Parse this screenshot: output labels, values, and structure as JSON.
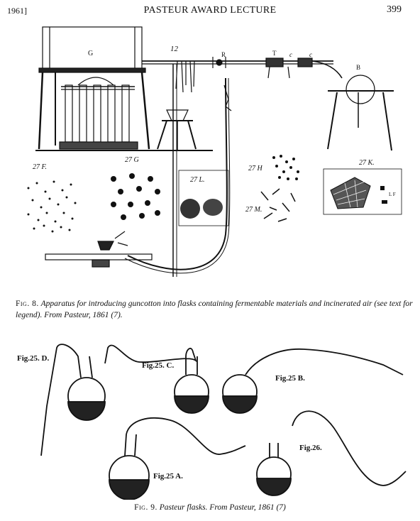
{
  "header": {
    "left": "1961]",
    "title": "PASTEUR AWARD LECTURE",
    "page_number": "399"
  },
  "figure8": {
    "labels": {
      "g": "G",
      "twelve": "12",
      "r": "R",
      "t": "T",
      "c1": "c",
      "c2": "c",
      "b": "B",
      "p27f": "27 F.",
      "p27g": "27 G",
      "p27l": "27 L.",
      "p27h": "27 H",
      "p27m": "27 M.",
      "p27k": "27 K.",
      "lf": "L F"
    },
    "caption": {
      "prefix": "Fig. 8.",
      "text": "Apparatus for introducing guncotton into flasks containing fermentable materials and incinerated air (see text for legend). From Pasteur, 1861 (7)."
    }
  },
  "figure9": {
    "labels": {
      "d": "Fig.25. D.",
      "c": "Fig.25. C.",
      "b": "Fig.25 B.",
      "a": "Fig.25 A.",
      "f26": "Fig.26."
    },
    "caption": {
      "prefix": "Fig. 9.",
      "text": "Pasteur flasks. From Pasteur, 1861 (7)"
    }
  }
}
